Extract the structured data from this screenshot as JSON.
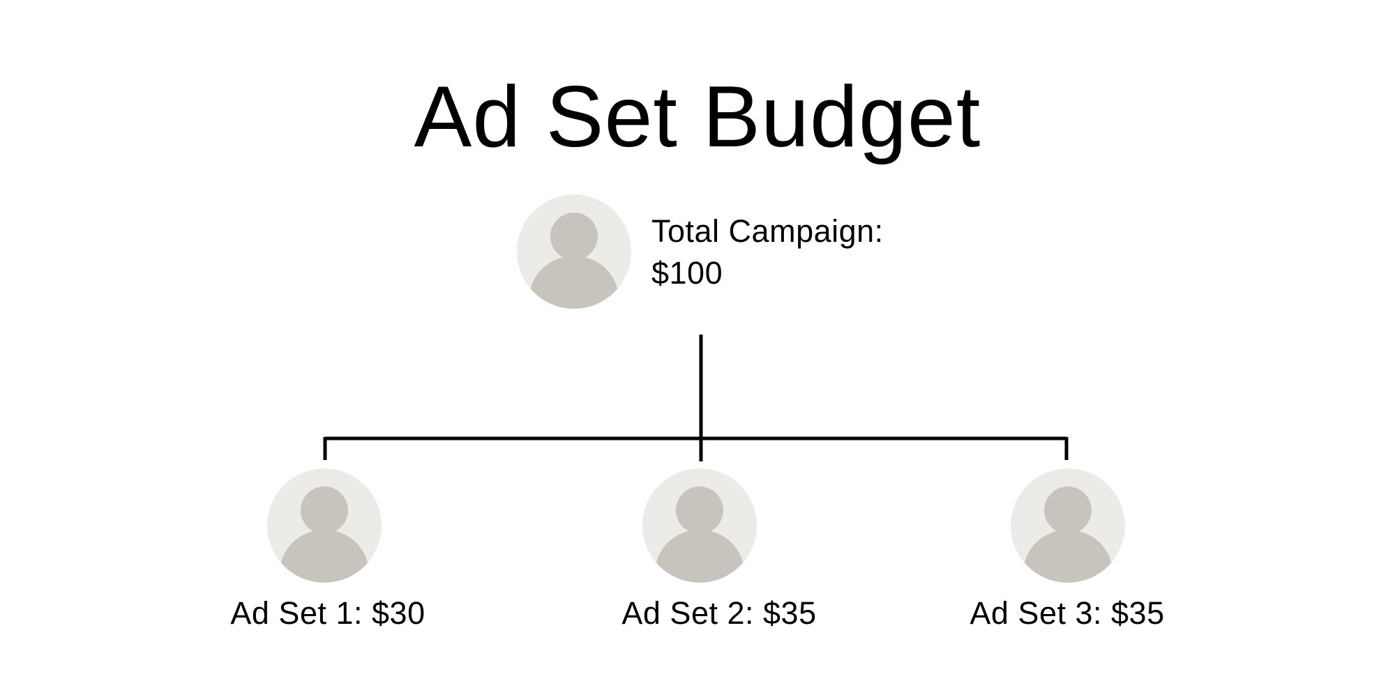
{
  "title": "Ad Set Budget",
  "root": {
    "label_line1": "Total Campaign:",
    "label_line2": "$100",
    "icon": "person-avatar-icon"
  },
  "children": [
    {
      "label": "Ad Set 1: $30",
      "icon": "person-avatar-icon"
    },
    {
      "label": "Ad Set 2: $35",
      "icon": "person-avatar-icon"
    },
    {
      "label": "Ad Set 3: $35",
      "icon": "person-avatar-icon"
    }
  ],
  "colors": {
    "background": "#ffffff",
    "text": "#000000",
    "connector": "#000000",
    "avatar_circle": "#edebe7",
    "avatar_figure": "#c7c4be"
  }
}
